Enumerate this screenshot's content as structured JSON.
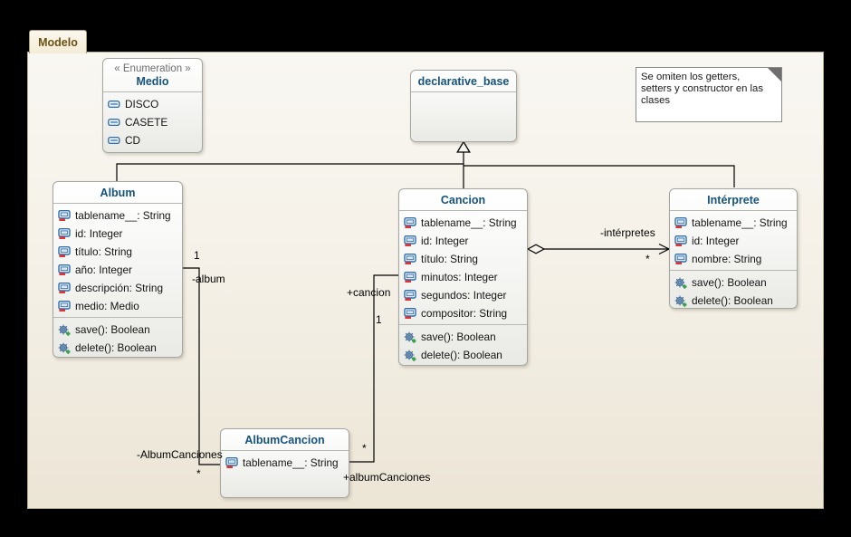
{
  "window": {
    "tab_label": "Modelo"
  },
  "note": {
    "text": "Se omiten los getters, setters y constructor en las clases"
  },
  "enumeration": {
    "stereotype": "« Enumeration »",
    "name": "Medio",
    "literals": [
      "DISCO",
      "CASETE",
      "CD"
    ]
  },
  "classes": {
    "declarative_base": {
      "name": "declarative_base"
    },
    "album": {
      "name": "Album",
      "attributes": [
        "tablename__: String",
        "id: Integer",
        "título: String",
        "año: Integer",
        "descripción: String",
        "medio: Medio"
      ],
      "operations": [
        "save(): Boolean",
        "delete(): Boolean"
      ]
    },
    "cancion": {
      "name": "Cancion",
      "attributes": [
        "tablename__: String",
        "id: Integer",
        "título: String",
        "minutos: Integer",
        "segundos: Integer",
        "compositor: String"
      ],
      "operations": [
        "save(): Boolean",
        "delete(): Boolean"
      ]
    },
    "interprete": {
      "name": "Intérprete",
      "attributes": [
        "tablename__: String",
        "id: Integer",
        "nombre: String"
      ],
      "operations": [
        "save(): Boolean",
        "delete(): Boolean"
      ]
    },
    "album_cancion": {
      "name": "AlbumCancion",
      "attributes": [
        "tablename__: String"
      ]
    }
  },
  "relations": {
    "interpretes": {
      "role": "-intérpretes",
      "multiplicity": "*"
    },
    "album_to_albumcancion": {
      "source_multiplicity": "1",
      "source_role": "-album",
      "target_role": "-AlbumCanciones",
      "target_multiplicity": "*"
    },
    "cancion_to_albumcancion": {
      "source_role": "+cancion",
      "source_multiplicity": "1",
      "target_multiplicity": "*",
      "target_role": "+albumCanciones"
    }
  },
  "colors": {
    "class_title": "#15537d",
    "tab_text": "#6a5213",
    "canvas_top": "#f9f7f2",
    "canvas_bottom": "#ece5d6"
  }
}
